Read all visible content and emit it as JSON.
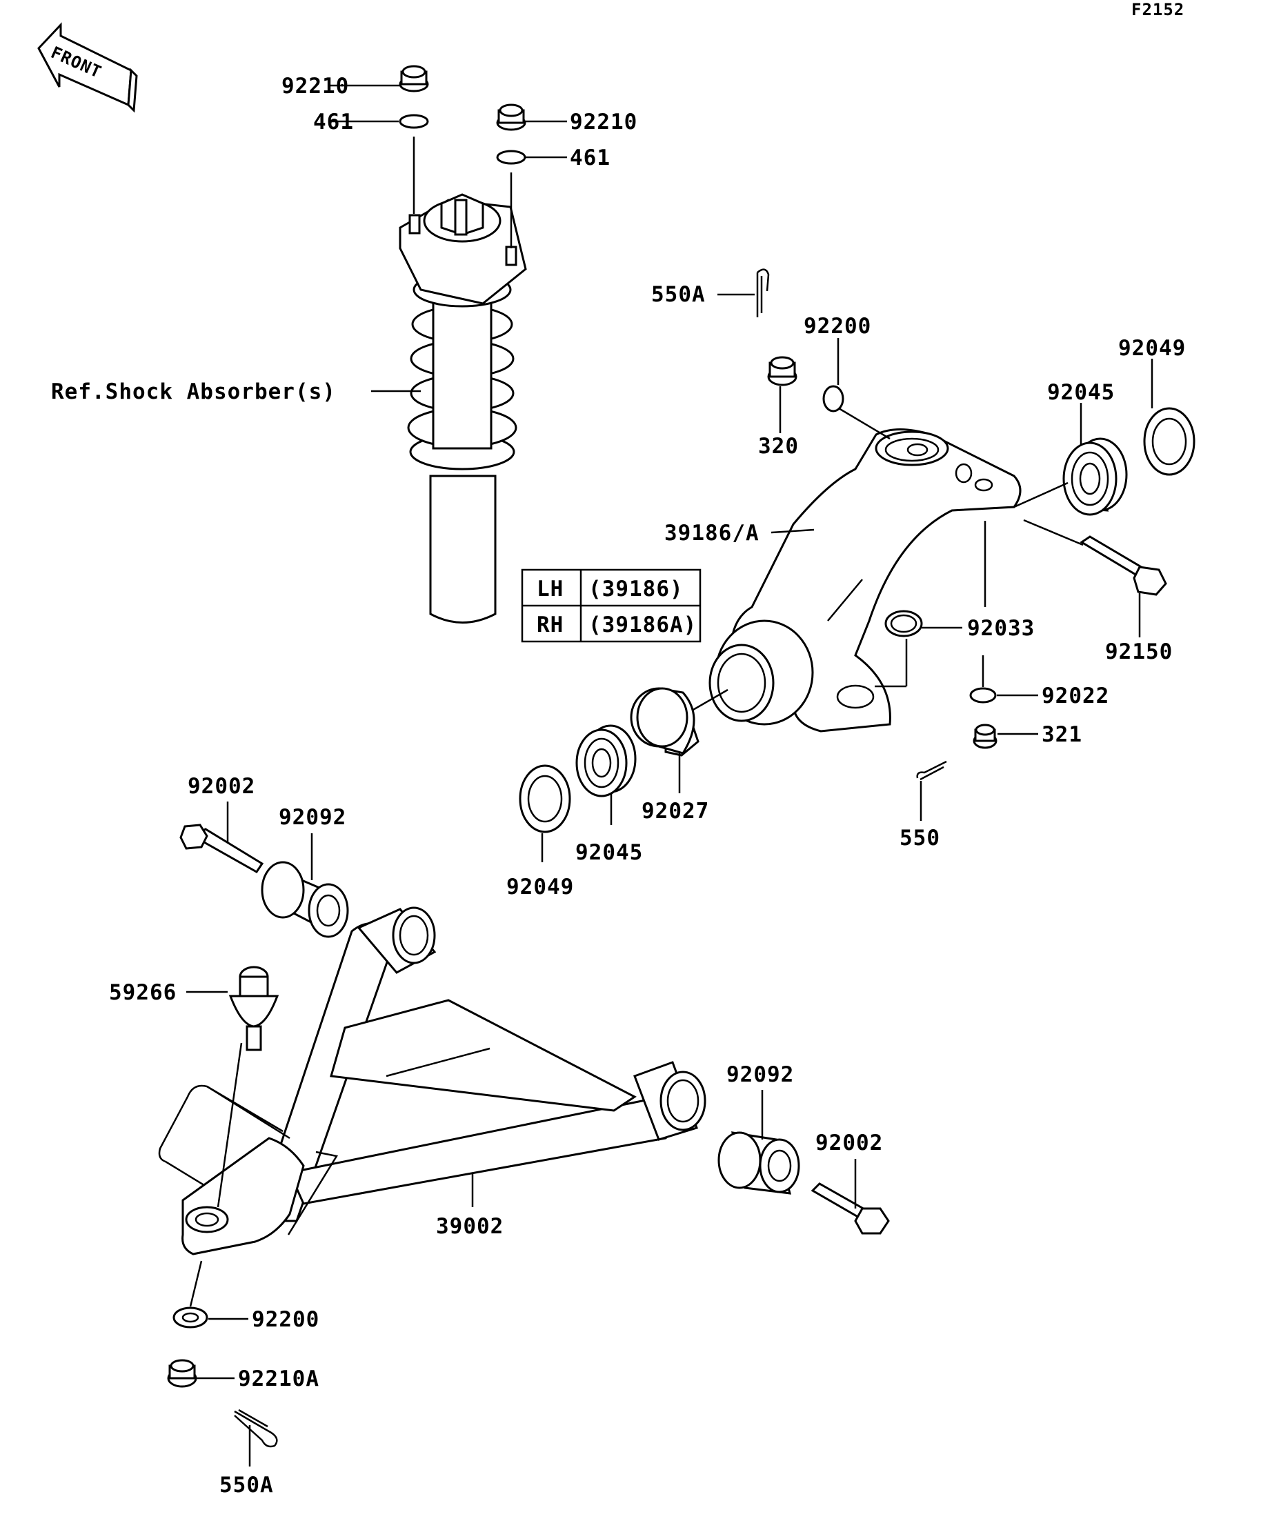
{
  "figure_code": "F2152",
  "front_label": "FRONT",
  "ref_note": "Ref.Shock Absorber(s)",
  "table": {
    "rows": [
      {
        "side": "LH",
        "part": "(39186)"
      },
      {
        "side": "RH",
        "part": "(39186A)"
      }
    ]
  },
  "labels": {
    "p92210_a": "92210",
    "p461_a": "461",
    "p92210_b": "92210",
    "p461_b": "461",
    "p550A_top": "550A",
    "p92200_top": "92200",
    "p92049_right": "92049",
    "p92045_right": "92045",
    "p320": "320",
    "p39186A": "39186/A",
    "p92033": "92033",
    "p92150": "92150",
    "p92022": "92022",
    "p321": "321",
    "p550": "550",
    "p92027": "92027",
    "p92045_left": "92045",
    "p92049_left": "92049",
    "p92002_top": "92002",
    "p92092_top": "92092",
    "p59266": "59266",
    "p92092_right": "92092",
    "p92002_right": "92002",
    "p39002": "39002",
    "p92200_bottom": "92200",
    "p92210A": "92210A",
    "p550A_bottom": "550A"
  }
}
